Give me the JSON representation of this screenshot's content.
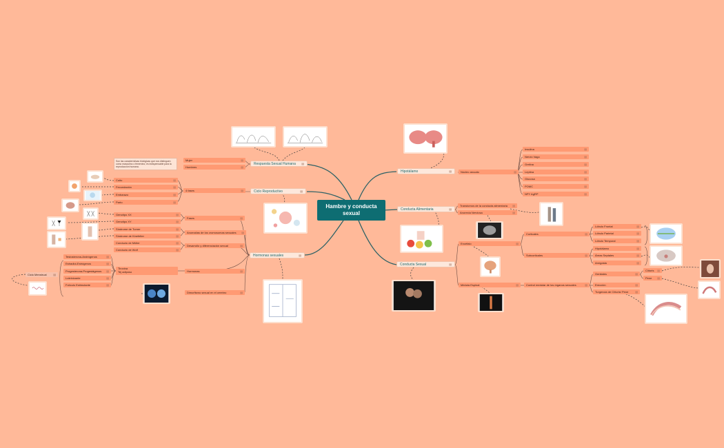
{
  "central": "Hambre y conducta sexual",
  "branches": {
    "respuesta": {
      "label": "Respuesta Sexual Humana",
      "items": [
        "Mujer",
        "Hombres"
      ],
      "note": "Son las características biológicas que nos distinguen como masculino o femenino; es indispensable para la reproducción humana."
    },
    "ciclo": {
      "label": "Ciclo Reproductivo",
      "fases": "4 fases",
      "items": [
        "Coito",
        "Fecundación",
        "Embarazo",
        "Parto"
      ]
    },
    "hormonas": {
      "label": "Hormonas sexuales",
      "fases": "Fases",
      "fases_items": [
        "Genotipo XX",
        "Genotipo XY"
      ],
      "anomalias": "Anomalías de los cromosomas sexuales",
      "anomalias_items": [
        "Síndrome de Turner",
        "Síndrome de Kinefelter"
      ],
      "desarrollo": "Desarrollo y diferenciación sexual",
      "desarrollo_items": [
        "Conducto de Müller",
        "Conducto de Wolf"
      ],
      "hormonas_label": "Hormonas",
      "hormonas_mid": "Tiroxina\nTej adiposo",
      "hormonas_items": [
        "Testosterona-Andrógenos",
        "Estradiol-Estrógenos",
        "Progesterona-Progestágenos",
        "Luteinizante",
        "Folículo Estimulante"
      ],
      "ciclo_menstrual": "Ciclo Menstrual",
      "dimorfismo": "Dimorfismo sexual en el cerebro"
    },
    "hipotalamo": {
      "label": "Hipotálamo",
      "nucleo": "Núcleo arcuato",
      "items": [
        "Insulina",
        "Nervio Vago",
        "Grelina",
        "Leptina",
        "Glucosa",
        "POMC",
        "NPY AgRP"
      ]
    },
    "alimentaria": {
      "label": "Conducta Alimentaria",
      "items": [
        "Transtornos de la conducta alimentaria",
        "Anorexia Nerviosa"
      ]
    },
    "csexual": {
      "label": "Conducta Sexual",
      "encefalo": "Encéfalo",
      "corticales": "Corticales",
      "corticales_items": [
        "Lóbulo Frontal",
        "Lóbulo Parietal",
        "Lóbulo Temporal"
      ],
      "subcorticales": "Subcorticales",
      "subcorticales_items": [
        "Hipotálamo",
        "Áreas Septales",
        "Amígdala"
      ],
      "medula": "Médula Espinal",
      "control": "Control medular de los órganos sexuales",
      "control_items": [
        "Genitales",
        "Erección",
        "Turgencia de Clítoris/ Pene"
      ],
      "genitales_items": [
        "Clítoris",
        "Pene"
      ]
    }
  },
  "colors": {
    "background": "#ffb999",
    "central": "#0e6d72",
    "main_node": "#fde8dc",
    "sub_node": "#ff9a73",
    "link": "#2b6166"
  },
  "icon_note": "note-icon"
}
